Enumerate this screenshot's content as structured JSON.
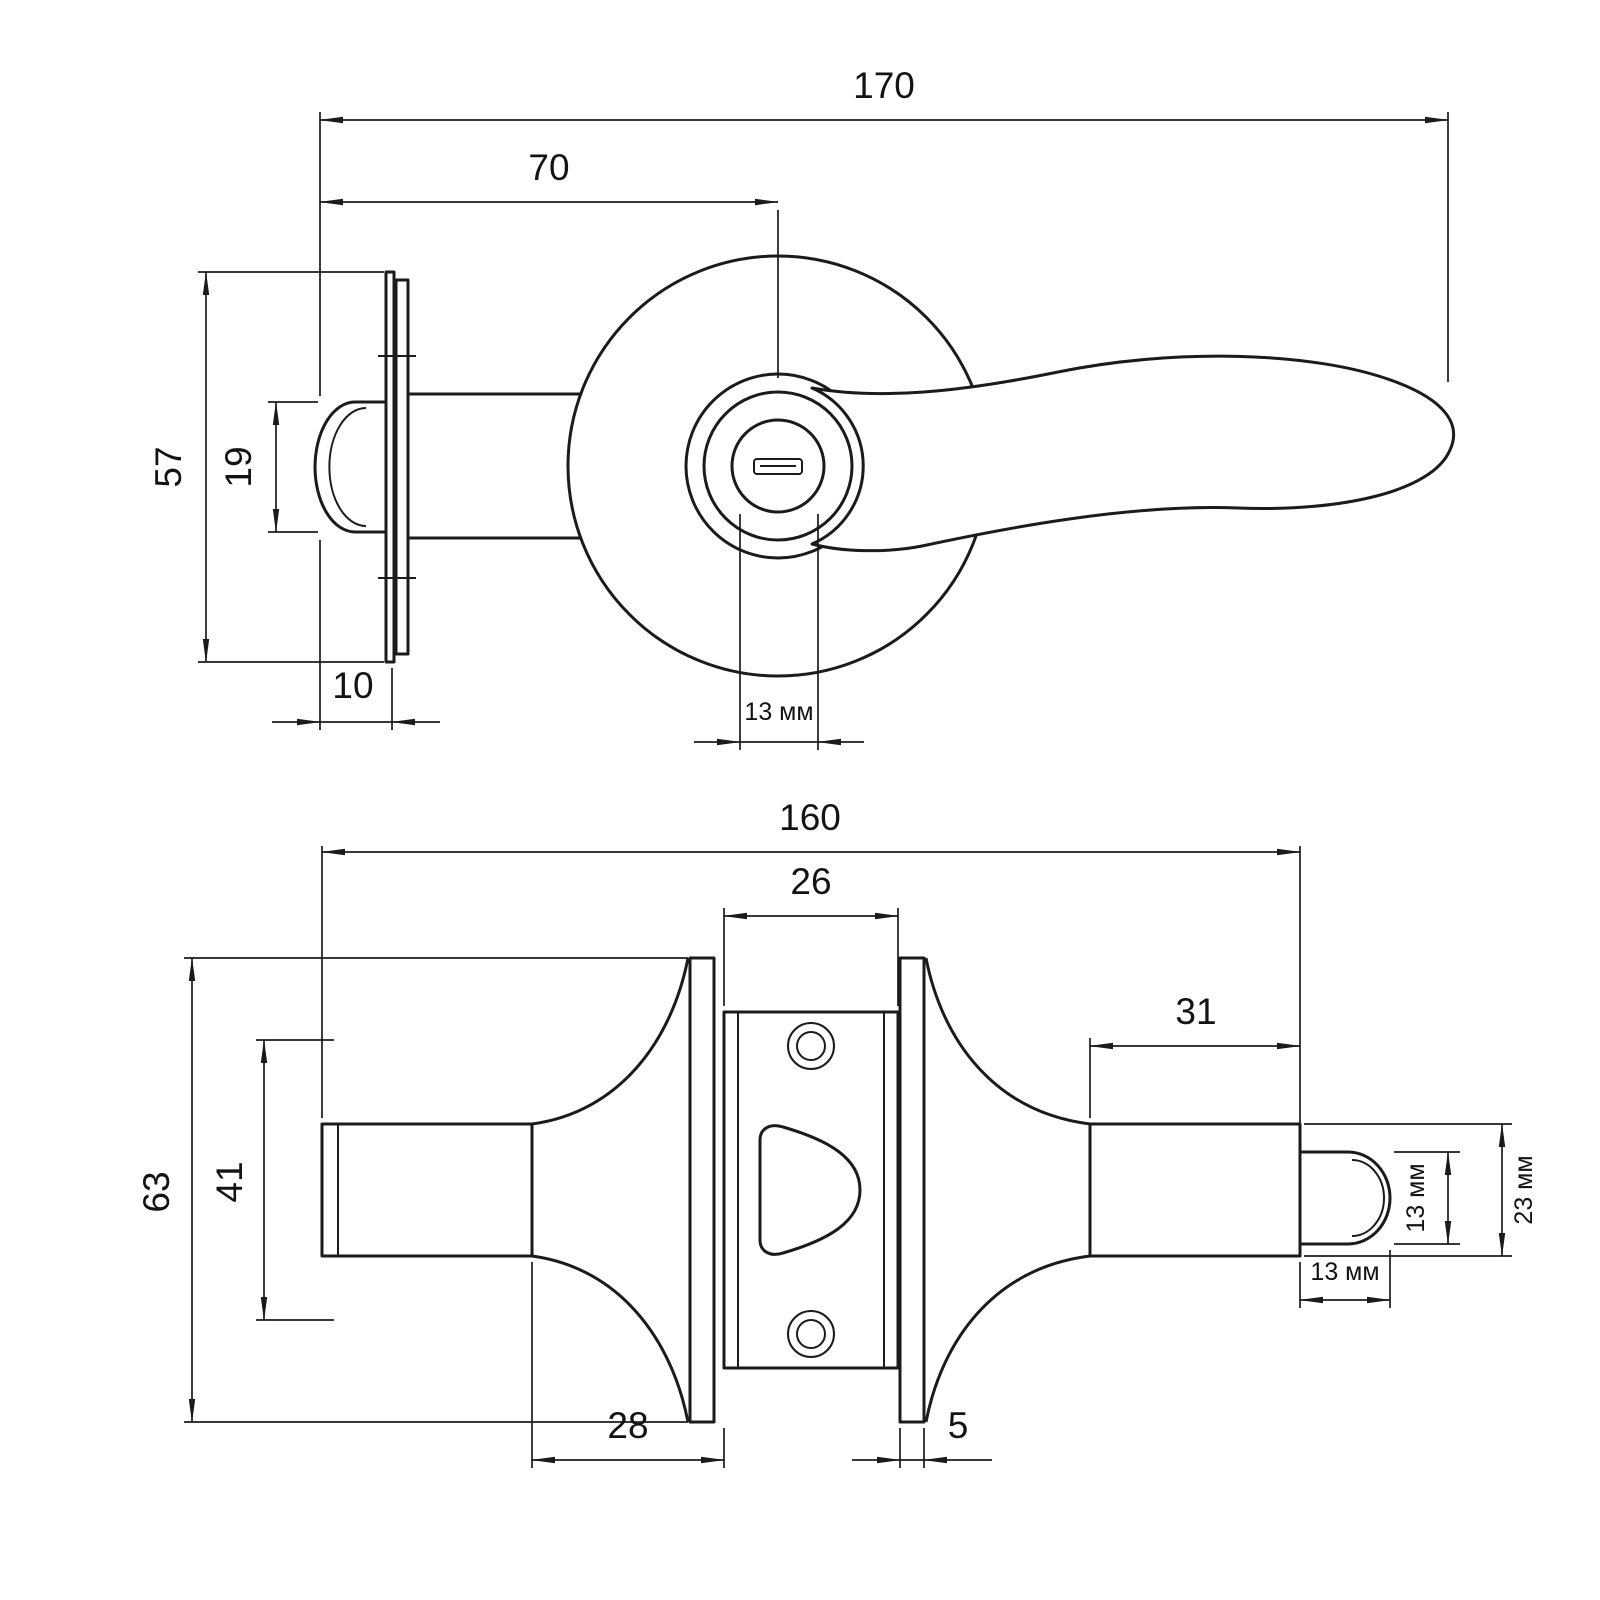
{
  "page": {
    "background": "#ffffff",
    "line_color": "#1b1b1b",
    "text_color": "#131313"
  },
  "drawing": {
    "type": "technical-drawing",
    "subject": "door-lever-latch-set",
    "top_view": {
      "overall_length": "170",
      "backset_to_center": "70",
      "faceplate_height": "57",
      "bolt_height": "19",
      "faceplate_width": "10",
      "spindle_slot_width": "13 мм"
    },
    "bottom_view": {
      "overall_length": "160",
      "case_width": "26",
      "right_shank_length": "31",
      "rose_diameter": "63",
      "inner_span": "41",
      "spindle_width": "13 мм",
      "end_diameter": "23 мм",
      "spindle_length": "13 мм",
      "left_rose_length": "28",
      "plate_thickness": "5"
    }
  }
}
